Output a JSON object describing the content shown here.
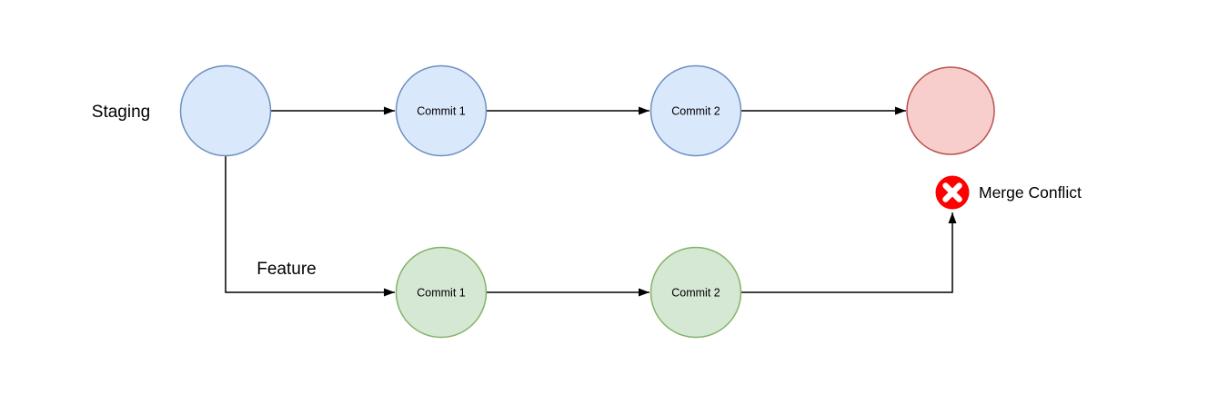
{
  "diagram": {
    "description": "Git branching diagram showing a merge conflict between Staging and Feature branches",
    "labels": {
      "staging_branch": "Staging",
      "feature_branch": "Feature",
      "merge_conflict": "Merge Conflict"
    },
    "nodes": {
      "staging_root": {
        "label": ""
      },
      "staging_commit1": {
        "label": "Commit 1"
      },
      "staging_commit2": {
        "label": "Commit 2"
      },
      "merge_target": {
        "label": ""
      },
      "feature_commit1": {
        "label": "Commit 1"
      },
      "feature_commit2": {
        "label": "Commit 2"
      }
    },
    "colors": {
      "staging_fill": "#dae8fc",
      "staging_stroke": "#6c8ebf",
      "feature_fill": "#d5e8d4",
      "feature_stroke": "#82b366",
      "conflict_fill": "#f8cecc",
      "conflict_stroke": "#b85450",
      "edge": "#000000",
      "error_icon": "#ff0000",
      "error_icon_cross": "#ffffff",
      "error_text": "#b20000"
    }
  }
}
